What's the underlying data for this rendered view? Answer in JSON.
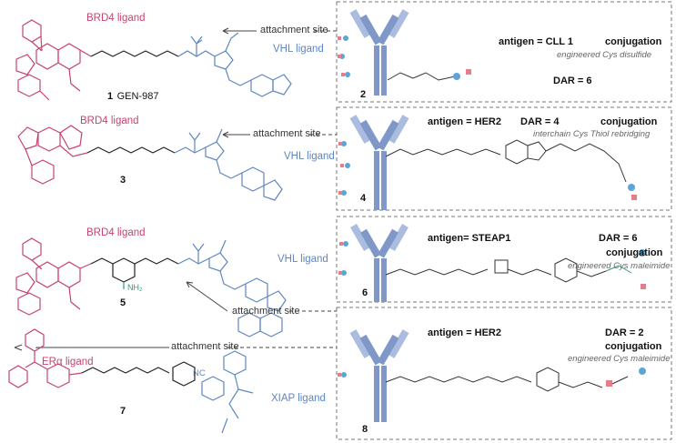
{
  "left": {
    "compounds": [
      {
        "number": "1",
        "name": "GEN-987",
        "left_ligand": "BRD4 ligand",
        "right_ligand": "VHL ligand",
        "attachment": "attachment site"
      },
      {
        "number": "3",
        "left_ligand": "BRD4 ligand",
        "right_ligand": "VHL ligand",
        "attachment": "attachment site"
      },
      {
        "number": "5",
        "left_ligand": "BRD4 ligand",
        "right_ligand": "VHL ligand",
        "attachment": "attachment site",
        "amine_label": "NH₂"
      },
      {
        "number": "7",
        "left_ligand": "ERα ligand",
        "right_ligand": "XIAP ligand",
        "attachment": "attachment site",
        "nitrile_label": "NC"
      }
    ]
  },
  "right": {
    "panels": [
      {
        "number": "2",
        "antigen": "antigen = CLL 1",
        "conjugation": "conjugation",
        "conj_detail": "engineered Cys disulfide",
        "dar": "DAR = 6"
      },
      {
        "number": "4",
        "antigen": "antigen = HER2",
        "conjugation": "conjugation",
        "conj_detail": "interchain Cys Thiol rebridging",
        "dar": "DAR = 4"
      },
      {
        "number": "6",
        "antigen": "antigen= STEAP1",
        "conjugation": "conjugation",
        "conj_detail": "engineered Cys maleimide",
        "dar": "DAR = 6"
      },
      {
        "number": "8",
        "antigen": "antigen = HER2",
        "conjugation": "conjugation",
        "conj_detail": "engineered Cys maleimide",
        "dar": "DAR = 2"
      }
    ]
  },
  "colors": {
    "pink": "#c8436e",
    "blue": "#5f86c0",
    "antibody": "#7f98c8",
    "antibody_light": "#aabce0",
    "payload_dot": "#5ba5d8",
    "payload_square": "#e57d8c"
  }
}
